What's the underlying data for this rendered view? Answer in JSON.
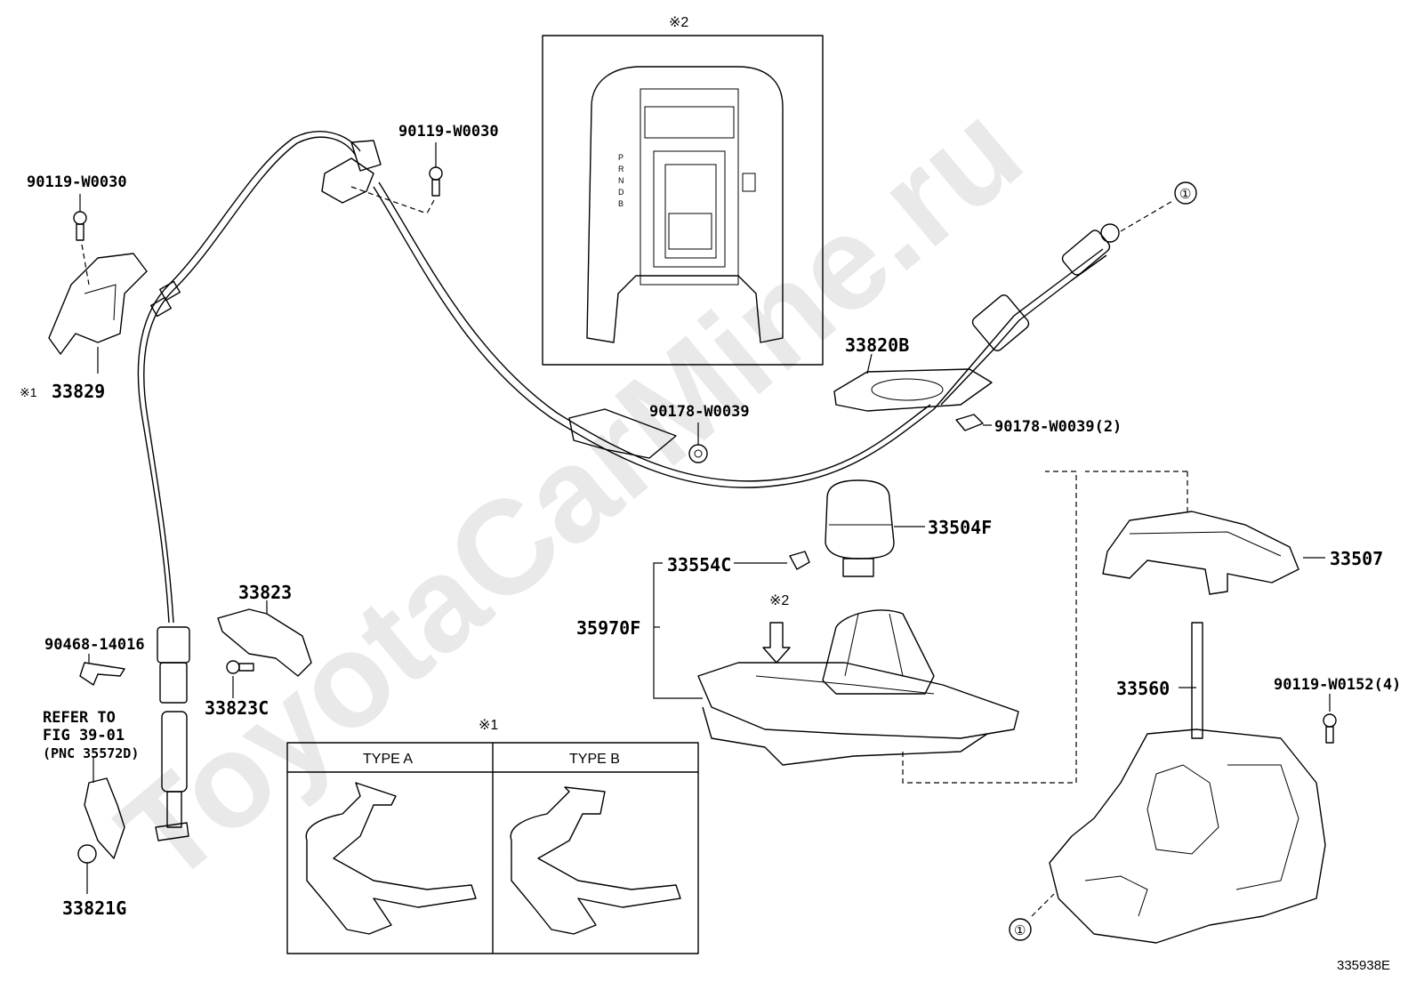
{
  "watermark": "ToyotaCarMine.ru",
  "diagram_code": "335938E",
  "notes": {
    "note1": "※1",
    "note2": "※2"
  },
  "callout": "①",
  "type_table": {
    "type_a": "TYPE A",
    "type_b": "TYPE B"
  },
  "refer": {
    "line1": "REFER TO",
    "line2": "FIG 39-01",
    "line3": "(PNC 35572D)"
  },
  "parts": {
    "p90119_w0030_left": "90119-W0030",
    "p90119_w0030_top": "90119-W0030",
    "p33829": "33829",
    "p33829_prefix": "※1",
    "p33820b": "33820B",
    "p90178_w0039": "90178-W0039",
    "p90178_w0039_2": "90178-W0039(2)",
    "p33504f": "33504F",
    "p33554c": "33554C",
    "p35970f": "35970F",
    "p33507": "33507",
    "p33560": "33560",
    "p90119_w0152_4": "90119-W0152(4)",
    "p33823": "33823",
    "p33823c": "33823C",
    "p90468_14016": "90468-14016",
    "p33821g": "33821G"
  },
  "gear_letters": [
    "P",
    "R",
    "N",
    "D",
    "B"
  ]
}
